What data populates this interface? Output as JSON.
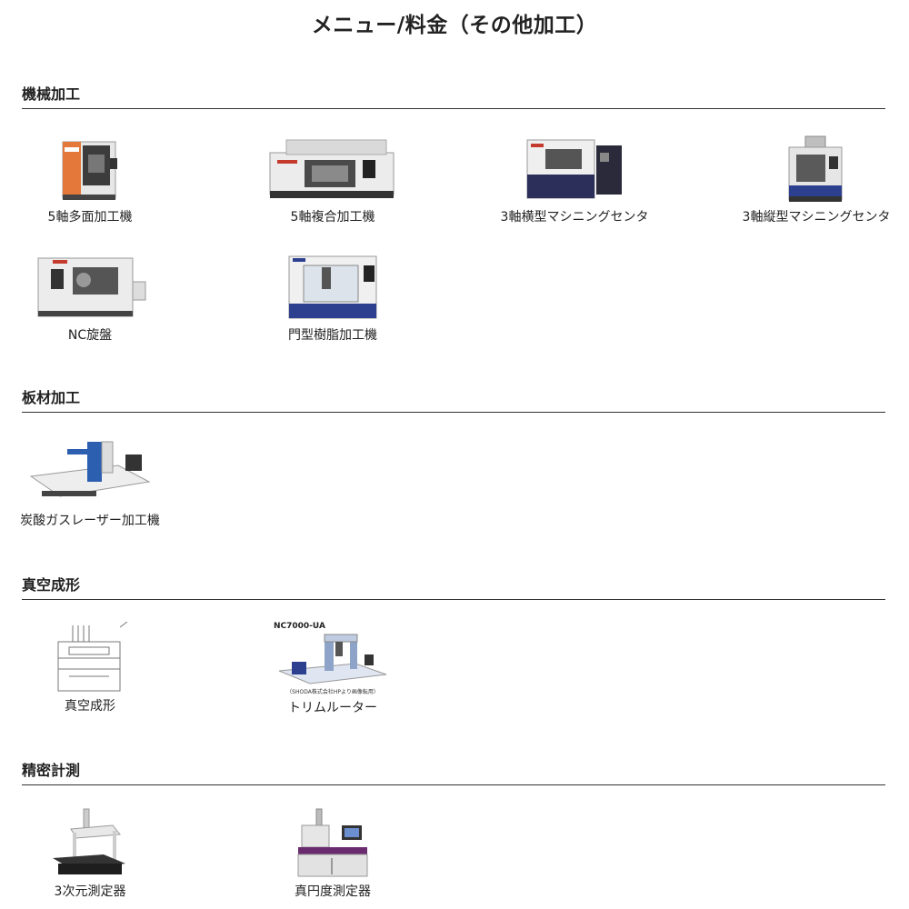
{
  "page": {
    "title": "メニュー/料金（その他加工）"
  },
  "sections": [
    {
      "title": "機械加工",
      "items": [
        {
          "caption": "5軸多面加工機",
          "image": "5-axis-machining-center-photo"
        },
        {
          "caption": "5軸複合加工機",
          "image": "5-axis-multitasking-machine-photo"
        },
        {
          "caption": "3軸横型マシニングセンタ",
          "image": "horizontal-machining-center-photo"
        },
        {
          "caption": "3軸縦型マシニングセンタ",
          "image": "vertical-machining-center-photo"
        },
        {
          "caption": "NC旋盤",
          "image": "nc-lathe-photo"
        },
        {
          "caption": "門型樹脂加工機",
          "image": "gantry-resin-machine-photo"
        }
      ]
    },
    {
      "title": "板材加工",
      "items": [
        {
          "caption": "炭酸ガスレーザー加工機",
          "image": "co2-laser-cutter-photo"
        }
      ]
    },
    {
      "title": "真空成形",
      "items": [
        {
          "caption": "真空成形",
          "image": "vacuum-forming-drawing"
        },
        {
          "caption": "トリムルーター",
          "image": "trim-router-photo",
          "image_label": "NC7000-UA",
          "image_note": "（SHODA株式会社HPより画像転用）"
        }
      ]
    },
    {
      "title": "精密計測",
      "items": [
        {
          "caption": "3次元測定器",
          "image": "cmm-machine-photo"
        },
        {
          "caption": "真円度測定器",
          "image": "roundness-tester-photo"
        }
      ]
    }
  ]
}
